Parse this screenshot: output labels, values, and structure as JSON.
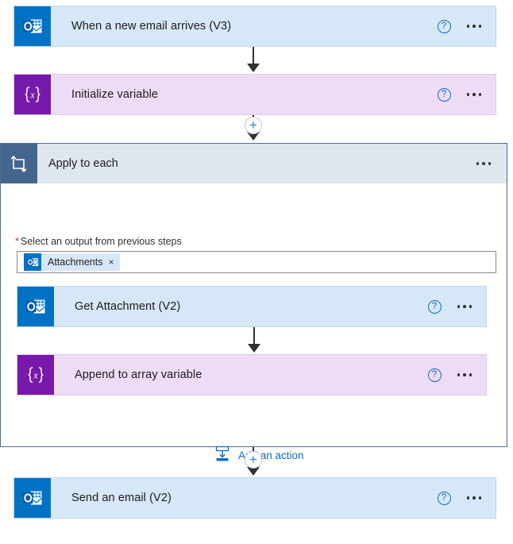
{
  "flow": {
    "trigger": {
      "title": "When a new email arrives (V3)",
      "icon": "outlook-icon",
      "help_icon": "?",
      "menu_icon": "ellipsis-icon",
      "accent": "#0072c6",
      "background": "#d6e8f7"
    },
    "steps": [
      {
        "title": "Initialize variable",
        "icon": "variable-braces-icon",
        "help_icon": "?",
        "menu_icon": "ellipsis-icon",
        "accent": "#7719aa",
        "background": "#eedcf7"
      }
    ],
    "scope": {
      "title": "Apply to each",
      "icon": "loop-repeat-icon",
      "menu_icon": "ellipsis-icon",
      "accent": "#44658c",
      "header_background": "#dfe6ee",
      "border_color": "#4a6d96",
      "field": {
        "required_marker": "*",
        "label": "Select an output from previous steps",
        "token": {
          "text": "Attachments",
          "icon": "outlook-icon",
          "remove_icon": "×"
        }
      },
      "children": [
        {
          "title": "Get Attachment (V2)",
          "icon": "outlook-icon",
          "help_icon": "?",
          "menu_icon": "ellipsis-icon",
          "accent": "#0072c6",
          "background": "#d6e8f7"
        },
        {
          "title": "Append to array variable",
          "icon": "variable-braces-icon",
          "help_icon": "?",
          "menu_icon": "ellipsis-icon",
          "accent": "#7719aa",
          "background": "#eedcf7"
        }
      ],
      "add_action": {
        "label": "Add an action",
        "icon": "insert-action-icon",
        "color": "#0f6cbd"
      }
    },
    "final": {
      "title": "Send an email (V2)",
      "icon": "outlook-icon",
      "help_icon": "?",
      "menu_icon": "ellipsis-icon",
      "accent": "#0072c6",
      "background": "#d6e8f7"
    },
    "insert_nodes": [
      {
        "label": "+"
      },
      {
        "label": "+"
      }
    ]
  }
}
